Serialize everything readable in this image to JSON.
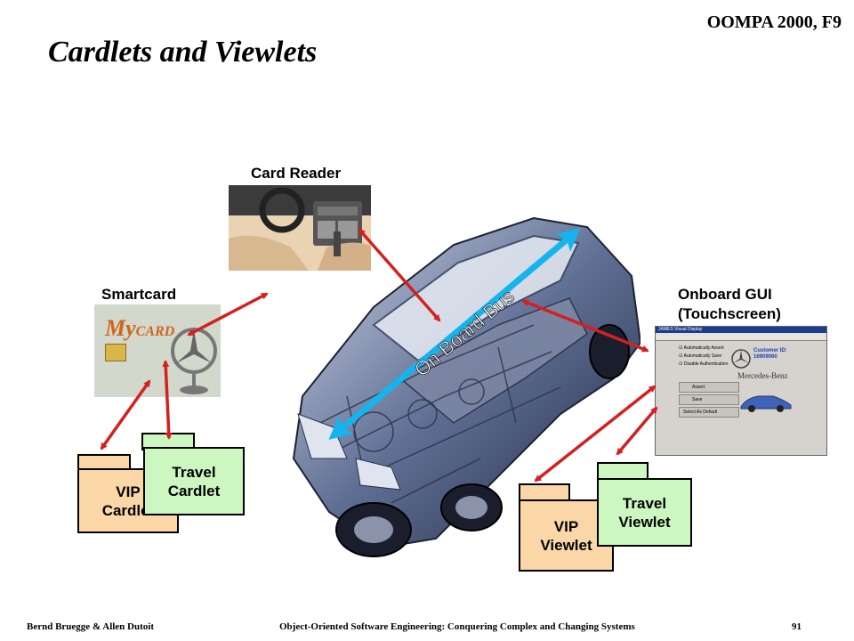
{
  "header": {
    "corner_tag": "OOMPA 2000, F9",
    "title": "Cardlets and Viewlets"
  },
  "labels": {
    "card_reader": "Card Reader",
    "smartcard": "Smartcard",
    "onboard_gui_line1": "Onboard GUI",
    "onboard_gui_line2": "(Touchscreen)",
    "bus": "On Board Bus"
  },
  "smartcard_image": {
    "brand_my": "My",
    "brand_card": "CARD"
  },
  "gui_screen": {
    "window_title": "JAMES Visual Display",
    "customer_id_label": "Customer ID:",
    "customer_id_value": "16909060",
    "brand": "Mercedes-Benz",
    "options": [
      "Automatically Assert",
      "Automatically Save",
      "Disable Authentication"
    ],
    "buttons": [
      "Assert",
      "Save",
      "Select As Default"
    ]
  },
  "packages": {
    "vip_cardlet": {
      "line1": "VIP",
      "line2": "Cardlet"
    },
    "travel_cardlet": {
      "line1": "Travel",
      "line2": "Cardlet"
    },
    "vip_viewlet": {
      "line1": "VIP",
      "line2": "Viewlet"
    },
    "travel_viewlet": {
      "line1": "Travel",
      "line2": "Viewlet"
    }
  },
  "footer": {
    "authors": "Bernd Bruegge & Allen Dutoit",
    "book": "Object-Oriented Software Engineering: Conquering Complex and Changing Systems",
    "page": "91"
  },
  "colors": {
    "package_orange": "#fbd7a8",
    "package_green": "#cdf7c1",
    "arrow_red": "#d42020",
    "bus_arrow_cyan": "#14b4ee"
  }
}
